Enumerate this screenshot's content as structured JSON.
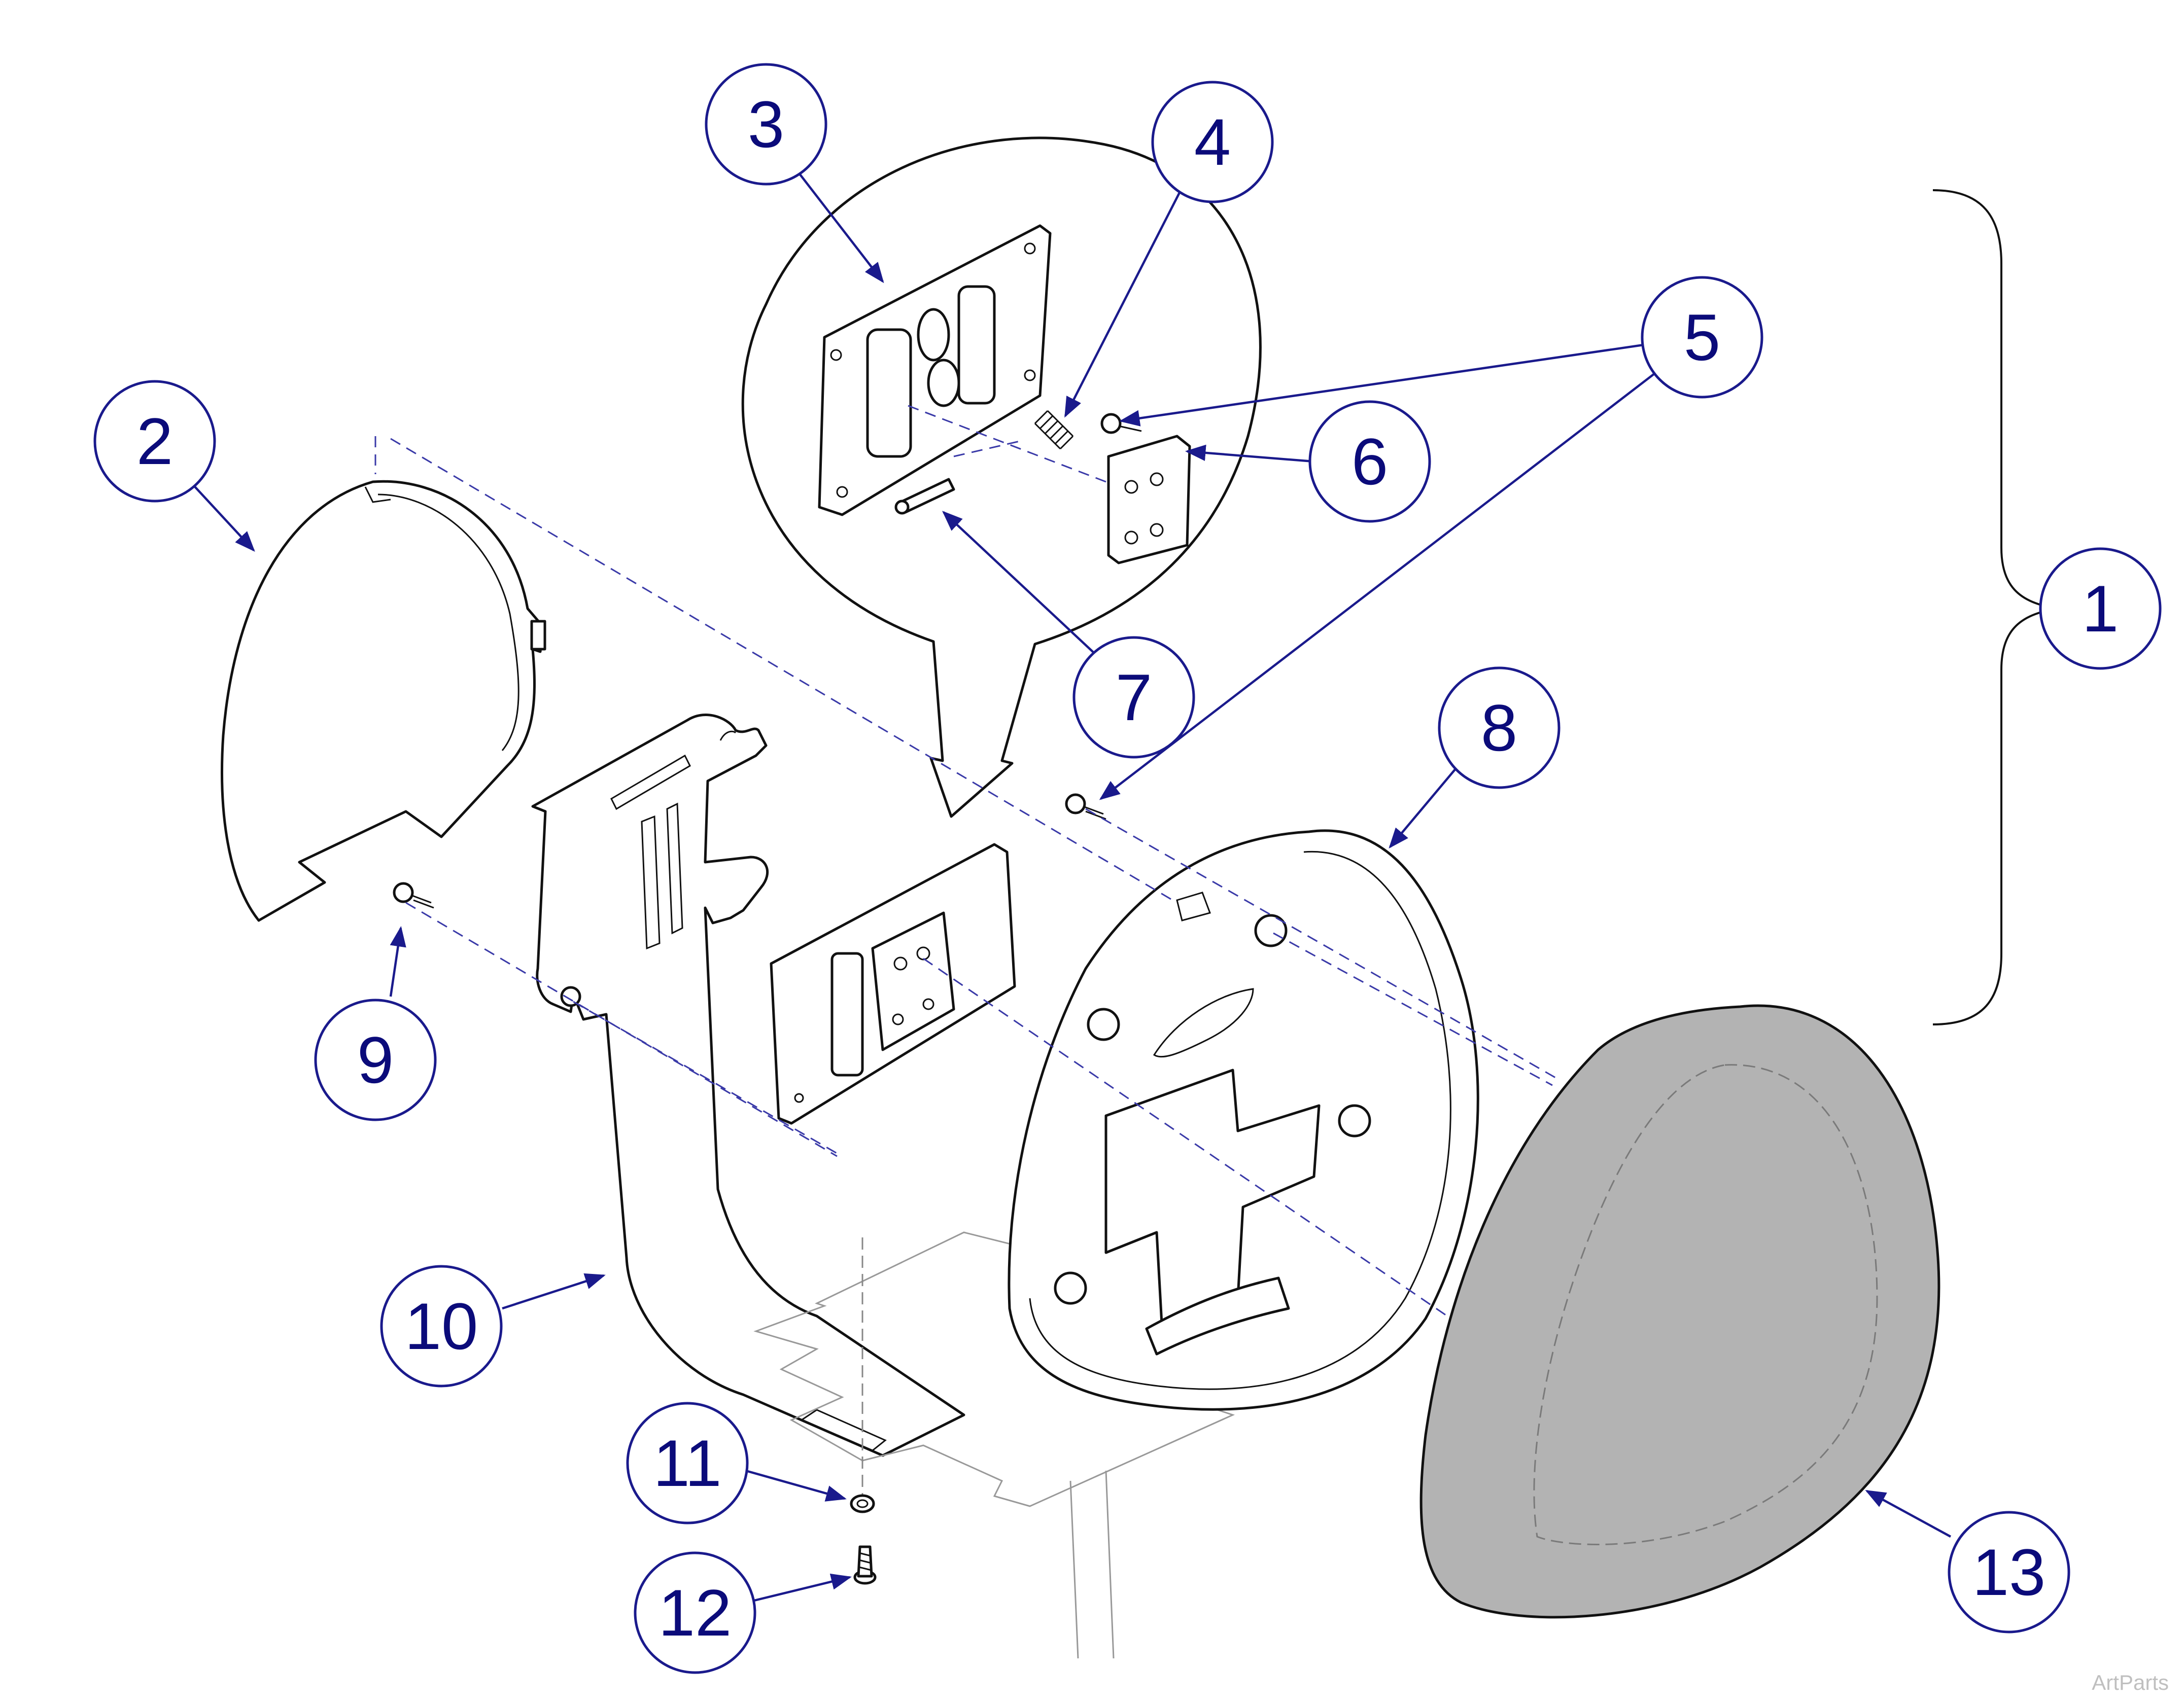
{
  "callouts": [
    {
      "label": "1"
    },
    {
      "label": "2"
    },
    {
      "label": "3"
    },
    {
      "label": "4"
    },
    {
      "label": "5"
    },
    {
      "label": "6"
    },
    {
      "label": "7"
    },
    {
      "label": "8"
    },
    {
      "label": "9"
    },
    {
      "label": "10"
    },
    {
      "label": "11"
    },
    {
      "label": "12"
    },
    {
      "label": "13"
    }
  ],
  "watermark": "ArtParts",
  "colors": {
    "callout": "#1a1a8c",
    "line_art": "#111111",
    "cushion_fill": "#b3b3b3",
    "ghost": "#999999"
  }
}
